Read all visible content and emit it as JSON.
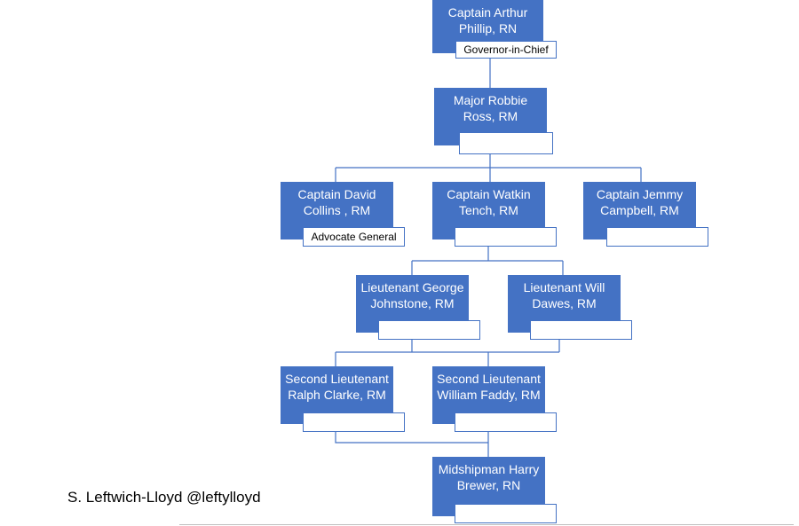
{
  "accent_color": "#4472c4",
  "nodes": {
    "phillip": {
      "name": "Captain Arthur\nPhillip, RN",
      "title": "Governor-in-Chief"
    },
    "ross": {
      "name": "Major Robbie\nRoss, RM",
      "title": ""
    },
    "collins": {
      "name": "Captain David\nCollins , RM",
      "title": "Advocate General"
    },
    "tench": {
      "name": "Captain Watkin\nTench, RM",
      "title": ""
    },
    "campbell": {
      "name": "Captain Jemmy\nCampbell, RM",
      "title": ""
    },
    "johnstone": {
      "name": "Lieutenant George\nJohnstone, RM",
      "title": ""
    },
    "dawes": {
      "name": "Lieutenant Will\nDawes, RM",
      "title": ""
    },
    "clarke": {
      "name": "Second Lieutenant\nRalph Clarke, RM",
      "title": ""
    },
    "faddy": {
      "name": "Second Lieutenant\nWilliam Faddy, RM",
      "title": ""
    },
    "brewer": {
      "name": "Midshipman Harry\nBrewer, RN",
      "title": ""
    }
  },
  "credit": "S. Leftwich-Lloyd @leftylloyd"
}
